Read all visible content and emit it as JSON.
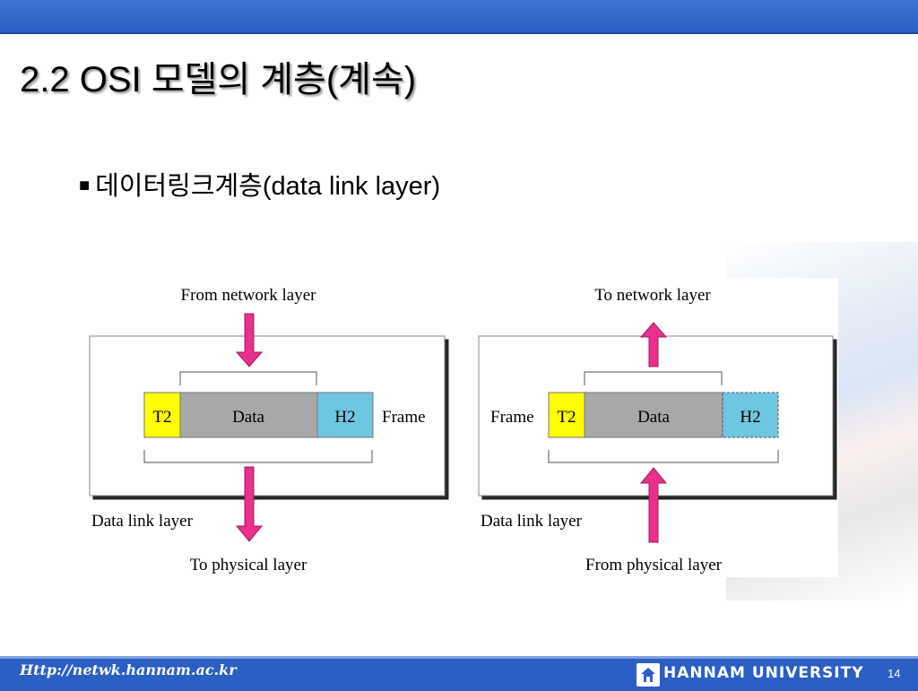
{
  "slide": {
    "title": "2.2 OSI 모델의 계층(계속)",
    "bullet_mark": "■",
    "bullet_text": "데이터링크계층(data link layer)"
  },
  "diagram_left": {
    "top_label": "From network layer",
    "bottom_label": "To physical layer",
    "layer_label": "Data link layer",
    "frame_label": "Frame",
    "t2": "T2",
    "data": "Data",
    "h2": "H2"
  },
  "diagram_right": {
    "top_label": "To network layer",
    "bottom_label": "From physical layer",
    "layer_label": "Data link layer",
    "frame_label": "Frame",
    "t2": "T2",
    "data": "Data",
    "h2": "H2"
  },
  "colors": {
    "trailer": "#ffff00",
    "data": "#a8a8a8",
    "header": "#6ec6e0",
    "arrow": "#e8308c",
    "band": "#2c5fc4"
  },
  "footer": {
    "url": "Http://netwk.hannam.ac.kr",
    "university": "HANNAM  UNIVERSITY",
    "page_number": "14",
    "logo_icon": "university-emblem-icon"
  }
}
